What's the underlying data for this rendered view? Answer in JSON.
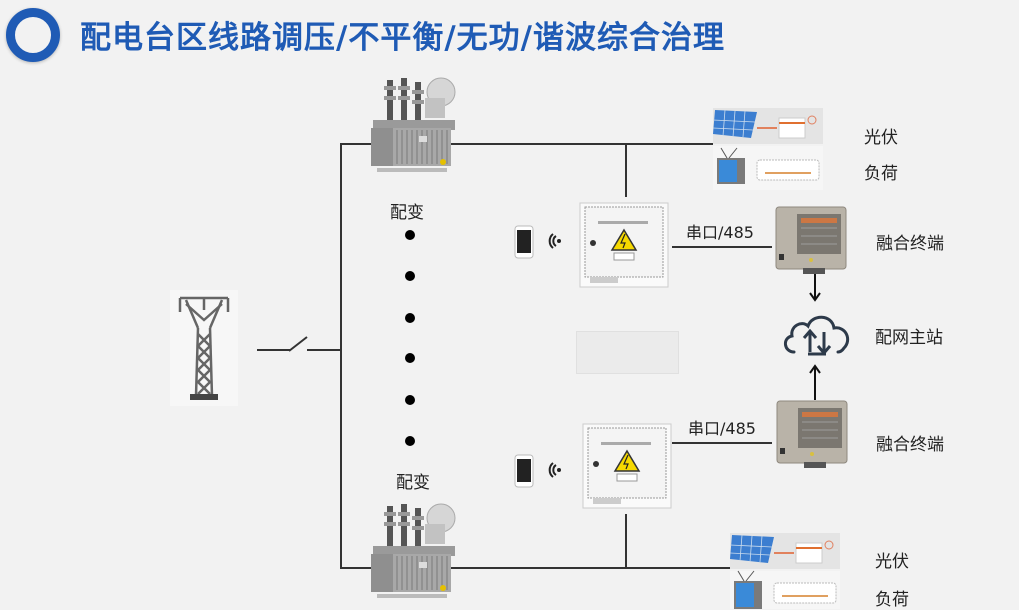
{
  "header": {
    "title": "配电台区线路调压/不平衡/无功/谐波综合治理",
    "icon": "ring-bullet-icon",
    "accent_color": "#1f5bb5"
  },
  "diagram": {
    "source": {
      "icon": "transmission-tower-icon"
    },
    "switch": {
      "icon": "circuit-breaker-switch-icon"
    },
    "transformers": [
      {
        "label": "配变",
        "icon": "distribution-transformer-icon"
      },
      {
        "label": "配变",
        "icon": "distribution-transformer-icon"
      }
    ],
    "ellipsis_dots": 6,
    "governance_devices": [
      {
        "icon": "control-cabinet-icon",
        "phone_icon": "smartphone-icon",
        "wireless_icon": "wireless-signal-icon",
        "link_label": "串口/485"
      },
      {
        "icon": "control-cabinet-icon",
        "phone_icon": "smartphone-icon",
        "wireless_icon": "wireless-signal-icon",
        "link_label": "串口/485"
      }
    ],
    "terminals": [
      {
        "label": "融合终端",
        "icon": "fusion-terminal-icon"
      },
      {
        "label": "融合终端",
        "icon": "fusion-terminal-icon"
      }
    ],
    "master_station": {
      "label": "配网主站",
      "icon": "cloud-sync-icon"
    },
    "loads_top": {
      "pv_label": "光伏",
      "load_label": "负荷",
      "icon": "pv-and-load-icon"
    },
    "loads_bottom": {
      "pv_label": "光伏",
      "load_label": "负荷",
      "icon": "pv-and-load-icon"
    }
  }
}
